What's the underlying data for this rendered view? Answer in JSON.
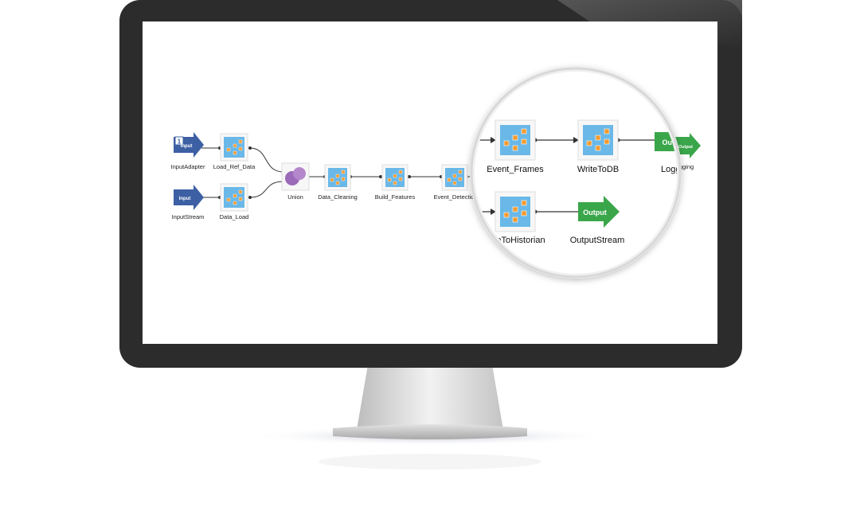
{
  "flow": {
    "nodes": {
      "input_adapter": {
        "label": "InputAdapter",
        "tag": "Input",
        "badge": "1"
      },
      "input_stream": {
        "label": "InputStream",
        "tag": "Input"
      },
      "load_ref_data": {
        "label": "Load_Ref_Data"
      },
      "data_load": {
        "label": "Data_Load"
      },
      "union": {
        "label": "Union"
      },
      "data_cleaning": {
        "label": "Data_Cleaning"
      },
      "build_features": {
        "label": "Build_Features"
      },
      "event_detection": {
        "label": "Event_Detectio"
      },
      "logging_tag": {
        "tag": "Output",
        "label": "gging"
      }
    }
  },
  "magnifier": {
    "nodes": {
      "event_frames": {
        "label": "Event_Frames"
      },
      "write_to_db": {
        "label": "WriteToDB"
      },
      "logging": {
        "label": "Logg",
        "tag": "Outp"
      },
      "write_to_historian": {
        "label": "eToHistorian"
      },
      "output_stream": {
        "label": "OutputStream",
        "tag": "Output"
      }
    }
  },
  "colors": {
    "bezel": "#2c2c2c",
    "input_arrow": "#3d5fa3",
    "output_arrow": "#3aa64a",
    "operator_tile": "#6ab8e8",
    "operator_box": "#f39a2e",
    "union_circle": "#9b6ab8"
  },
  "icons": [
    "input-arrow-icon",
    "output-arrow-icon",
    "operator-icon",
    "union-icon",
    "connector-dot-icon"
  ]
}
